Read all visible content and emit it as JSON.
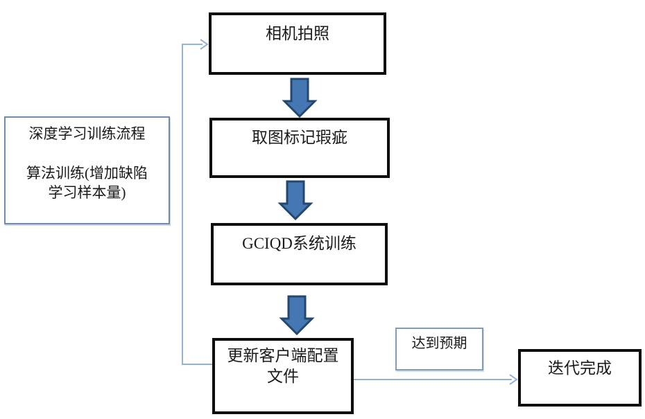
{
  "diagram": {
    "nodes": {
      "camera": {
        "label": "相机拍照"
      },
      "mark": {
        "label": "取图标记瑕疵"
      },
      "train": {
        "label": "GCIQD系统训练"
      },
      "update": {
        "line1": "更新客户端配置",
        "line2": "文件"
      },
      "done": {
        "label": "迭代完成"
      }
    },
    "note": {
      "line1": "深度学习训练流程",
      "line2": "算法训练(增加缺陷",
      "line3": "学习样本量)"
    },
    "edge_label": {
      "label": "达到预期"
    }
  },
  "colors": {
    "background": "#ffffff",
    "text": "#1a1a1a",
    "box_border": "#0d0d0d",
    "note_border": "#6d8cb0",
    "label_border": "#7f9db9",
    "connector": "#95b3d7",
    "arrow_fill": "#4577b3",
    "arrow_stroke": "#24476f"
  }
}
